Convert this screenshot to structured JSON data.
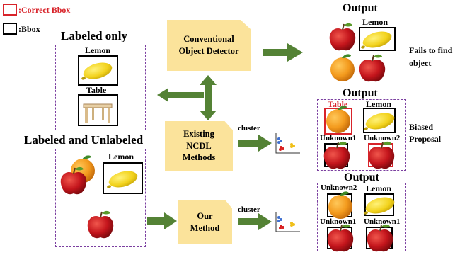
{
  "legend": {
    "correct": ":Correct Bbox",
    "bbox": ":Bbox"
  },
  "headings": {
    "labeled_only": "Labeled only",
    "labeled_unlabeled": "Labeled and Unlabeled",
    "output": "Output"
  },
  "items": {
    "lemon": "Lemon",
    "table": "Table",
    "unknown1": "Unknown1",
    "unknown2": "Unknown2"
  },
  "methods": {
    "conventional": "Conventional Object Detector",
    "existing": "Existing NCDL Methods",
    "ours": "Our Method"
  },
  "cluster": "cluster",
  "notes": {
    "fails": "Fails to find object",
    "biased": "Biased Proposal"
  },
  "colors": {
    "arrow": "#548235",
    "method_box": "#fbe39b",
    "dashed_border": "#7b3fa0",
    "correct_bbox": "#d8232a"
  }
}
